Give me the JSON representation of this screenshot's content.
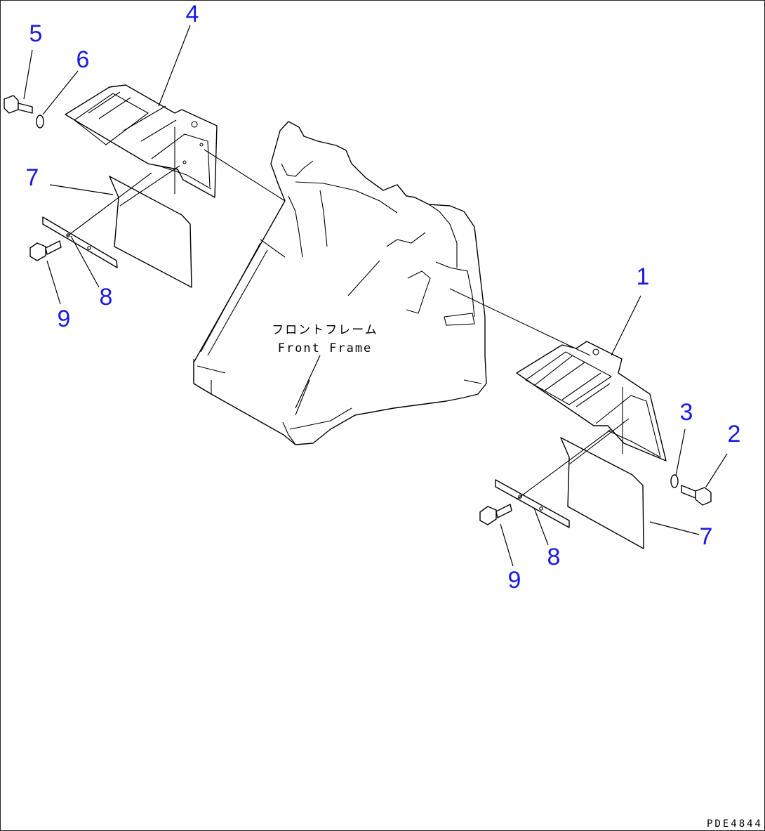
{
  "drawing": {
    "frame_label_jp": "フロントフレーム",
    "frame_label_en": "Front Frame",
    "drawing_code": "PDE4844",
    "callout_color": "#1a1ae6"
  },
  "callouts": {
    "step_left": "4",
    "bolt_left": "5",
    "washer_left": "6",
    "flap_left": "7",
    "plate_left": "8",
    "bolt_flap_left": "9",
    "step_right": "1",
    "bolt_right": "2",
    "washer_right": "3",
    "flap_right": "7",
    "plate_right": "8",
    "bolt_flap_right": "9"
  }
}
